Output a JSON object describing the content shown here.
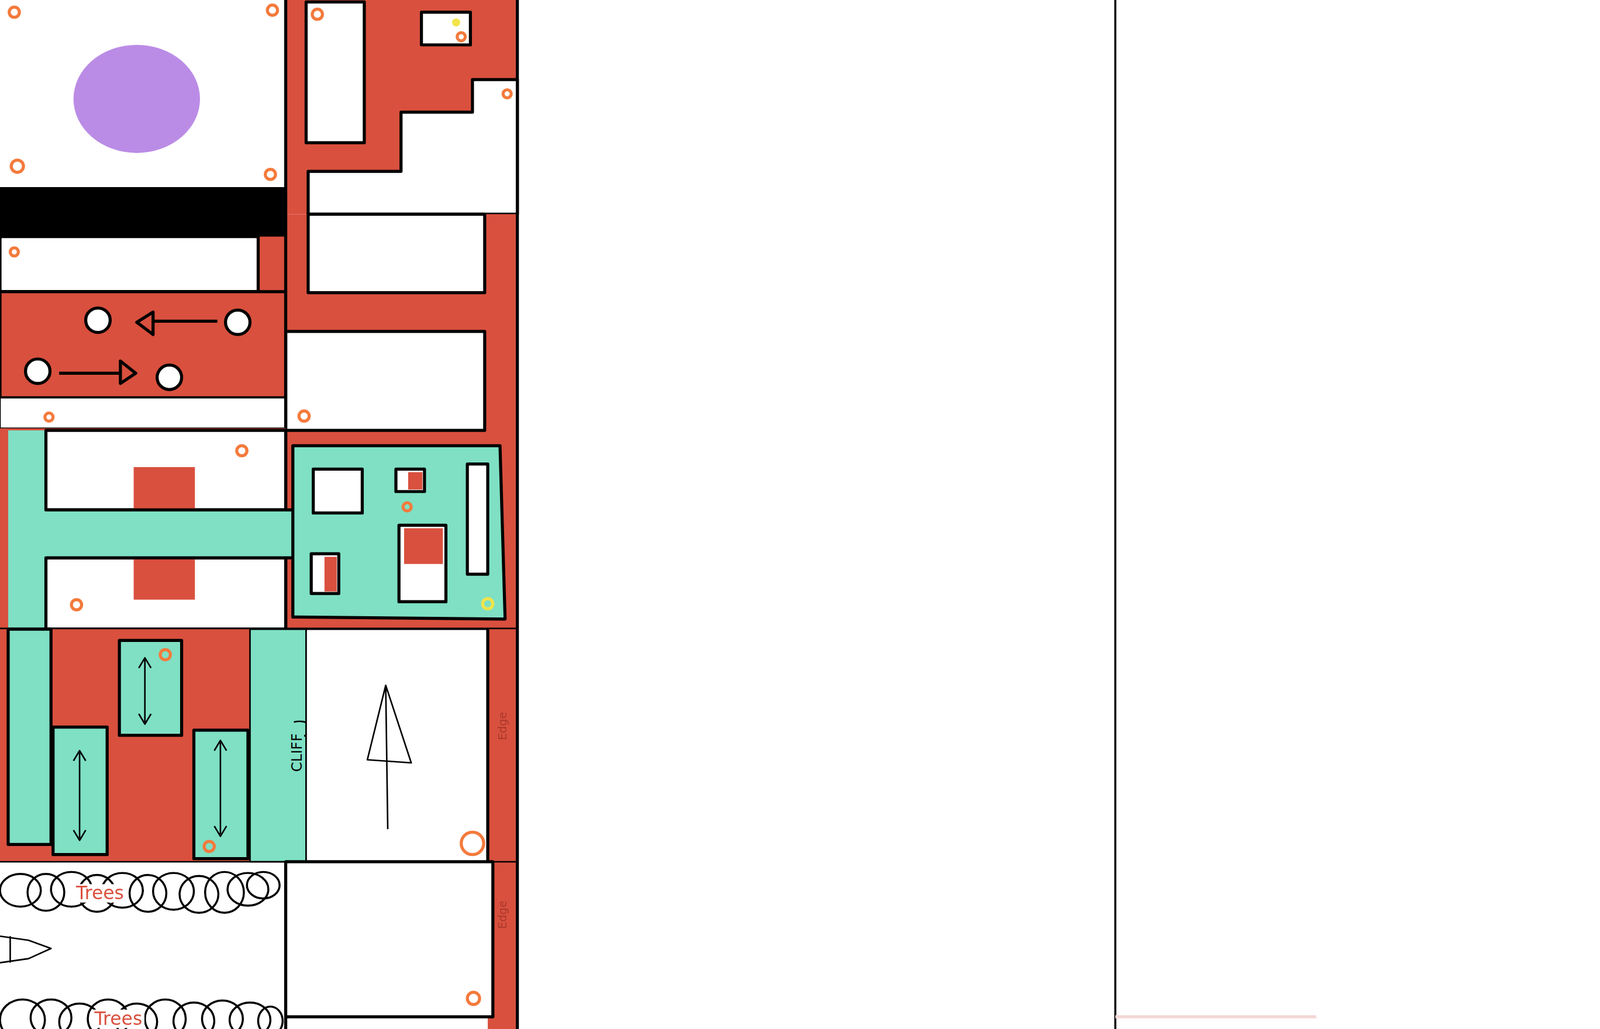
{
  "diagram": {
    "labels": [
      "CLIFF",
      "Trees",
      "Trees",
      "Edge",
      "Edge"
    ]
  }
}
